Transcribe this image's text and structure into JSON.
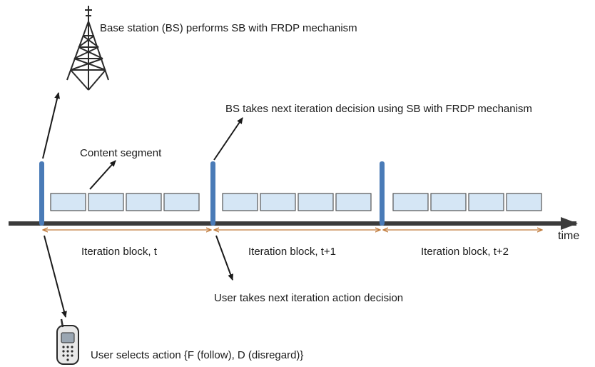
{
  "labels": {
    "bs_top": "Base station (BS) performs SB with FRDP mechanism",
    "bs_next": "BS takes next iteration decision using SB with FRDP mechanism",
    "content_segment": "Content segment",
    "time": "time",
    "user_next": "User takes next iteration action decision",
    "user_select": "User selects action {F (follow), D (disregard)}"
  },
  "iteration_blocks": [
    {
      "label": "Iteration block, t",
      "segments": 4
    },
    {
      "label": "Iteration block, t+1",
      "segments": 4
    },
    {
      "label": "Iteration block, t+2",
      "segments": 4
    }
  ],
  "icons": {
    "tower": "base-station-tower-icon",
    "phone": "mobile-phone-icon"
  },
  "colors": {
    "timeline": "#3b3b3b",
    "marker": "#4a7bb7",
    "segment_fill": "#d5e6f5",
    "segment_stroke": "#555555",
    "span_arrow": "#c07a3a",
    "text": "#1a1a1a"
  }
}
